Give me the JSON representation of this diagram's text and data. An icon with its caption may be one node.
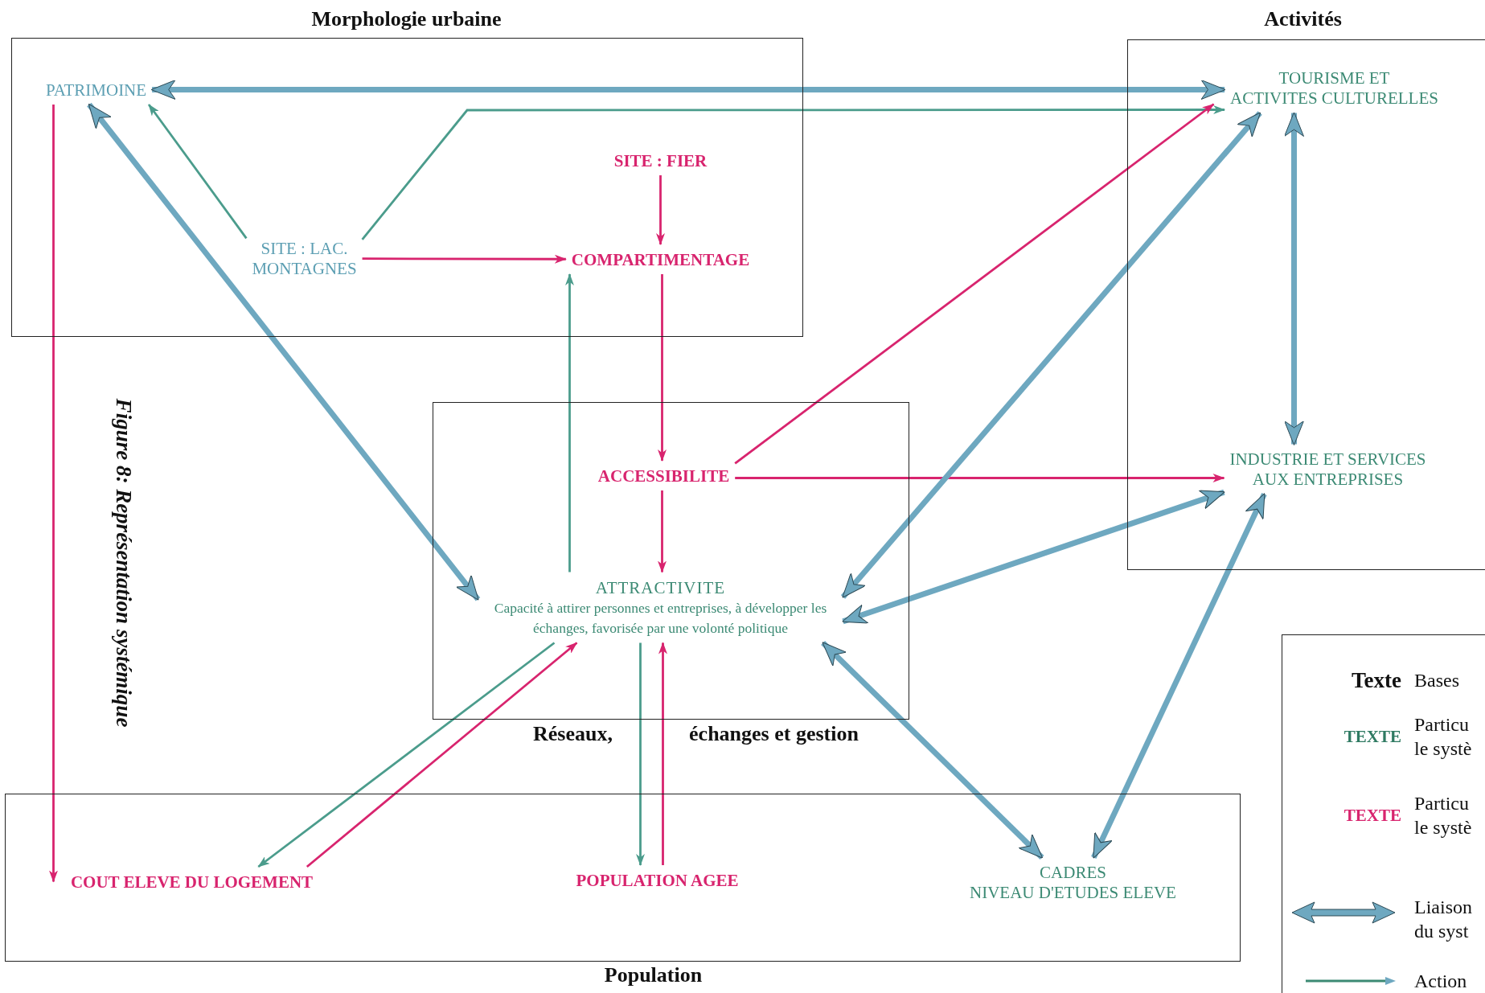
{
  "diagram": {
    "caption": "Figure 8: Représentation systémique",
    "nodes": [
      {
        "text": [
          "Morphologie urbaine"
        ]
      },
      {
        "text": [
          "PATRIMOINE"
        ],
        "in": 0
      },
      {
        "text": [
          "SITE : LAC. MONTAGNES"
        ],
        "in": 0
      },
      {
        "text": [
          "SITE : FIER"
        ],
        "in": 0
      },
      {
        "text": [
          "COMPARTIMENTAGE"
        ],
        "in": 0
      },
      {
        "text": [
          "Activités"
        ]
      },
      {
        "text": [
          "TOURISME ET ACTIVITES CULTURELLES"
        ],
        "in": 5
      },
      {
        "text": [
          "INDUSTRIE ET SERVICES AUX ENTREPRISES"
        ],
        "in": 5
      },
      {
        "text": [
          "Réseaux,",
          "échanges et gestion"
        ]
      },
      {
        "text": [
          "ACCESSIBILITE"
        ],
        "in": 8
      },
      {
        "text": [
          "ATTRACTIVITE",
          "Capacité à attirer personnes et entreprises, à développer les échanges, favorisée par une volonté politique"
        ],
        "in": 8
      },
      {
        "text": [
          "Population"
        ]
      },
      {
        "text": [
          "COUT ELEVE DU LOGEMENT"
        ],
        "in": 11
      },
      {
        "text": [
          "POPULATION AGEE"
        ],
        "in": 11
      },
      {
        "text": [
          "CADRES NIVEAU D'ETUDES ELEVE"
        ],
        "in": 11
      }
    ],
    "edges": [
      {
        "from": 1,
        "to": 6,
        "arrow": "both",
        "style": "thick",
        "color": "#6ea8c0"
      },
      {
        "from": 2,
        "to": 1,
        "arrow": "to",
        "color": "#4b9c8c"
      },
      {
        "from": 2,
        "to": 6,
        "arrow": "to",
        "color": "#4b9c8c"
      },
      {
        "from": 2,
        "to": 4,
        "arrow": "to"
      },
      {
        "from": 3,
        "to": 4,
        "arrow": "to"
      },
      {
        "from": 4,
        "to": 9,
        "arrow": "to"
      },
      {
        "from": 9,
        "to": 10,
        "arrow": "to"
      },
      {
        "from": 9,
        "to": 6,
        "arrow": "to"
      },
      {
        "from": 9,
        "to": 7,
        "arrow": "to"
      },
      {
        "from": 6,
        "to": 7,
        "arrow": "both",
        "style": "thick",
        "color": "#6ea8c0"
      },
      {
        "from": 6,
        "to": 10,
        "arrow": "both",
        "style": "thick",
        "color": "#6ea8c0"
      },
      {
        "from": 7,
        "to": 10,
        "arrow": "both",
        "style": "thick",
        "color": "#6ea8c0"
      },
      {
        "from": 7,
        "to": 14,
        "arrow": "both",
        "style": "thick",
        "color": "#6ea8c0"
      },
      {
        "from": 10,
        "to": 14,
        "arrow": "both",
        "style": "thick",
        "color": "#6ea8c0"
      },
      {
        "from": 1,
        "to": 10,
        "arrow": "both",
        "style": "thick",
        "color": "#6ea8c0"
      },
      {
        "from": 1,
        "to": 12,
        "arrow": "to"
      },
      {
        "from": 10,
        "to": 4,
        "arrow": "to",
        "color": "#4b9c8c"
      },
      {
        "from": 10,
        "to": 12,
        "arrow": "to",
        "color": "#4b9c8c"
      },
      {
        "from": 12,
        "to": 10,
        "arrow": "to"
      },
      {
        "from": 10,
        "to": 13,
        "arrow": "to",
        "color": "#4b9c8c"
      },
      {
        "from": 13,
        "to": 10,
        "arrow": "to"
      }
    ],
    "labels": [
      "Texte",
      "TEXTE",
      "TEXTE"
    ],
    "legend": [
      {
        "text": "Bases",
        "color": "#111111"
      },
      {
        "text": "Particu le systè",
        "color": "#2f7a62"
      },
      {
        "text": "Particu le systè",
        "color": "#d8246e"
      },
      {
        "text": "Liaison du syst"
      },
      {
        "text": "Action"
      }
    ]
  }
}
